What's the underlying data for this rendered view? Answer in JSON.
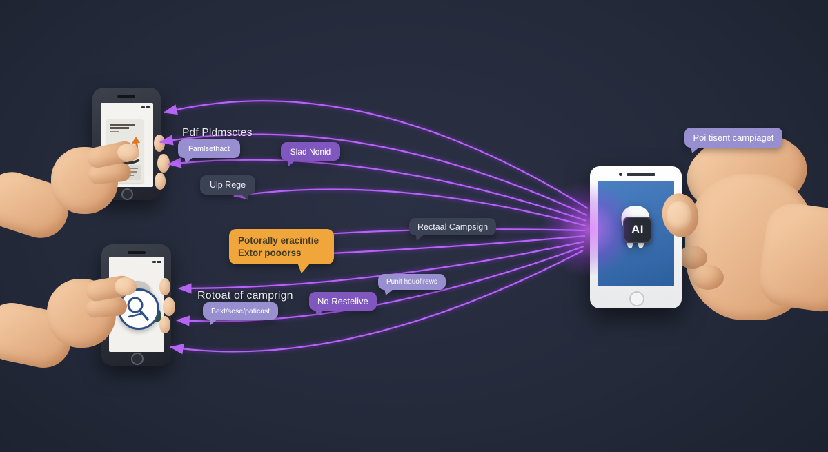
{
  "scene": {
    "background_color": "#242a3a",
    "arrow_color": "#b060f2",
    "glow_color": "#c06df2"
  },
  "labels": {
    "top_left_title": "Pdf Pldmsctes",
    "bottom_left_title": "Rotoat of camprign"
  },
  "bubbles": {
    "famlsethact": "Famlsethact",
    "slad_nonid": "Slad Nonid",
    "ulp_rege": "Ulp Rege",
    "orange_line1": "Potorally eracintie",
    "orange_line2": "Extor pooorss",
    "rectaal_campaign": "Rectaal Campsign",
    "punit": "Punit houofirews",
    "bexit": "Bext/sese/paticast",
    "no_restelive": "No Restelive",
    "poi_campaign": "Poi tisent campiaget"
  },
  "tablet": {
    "badge_label": "AI"
  }
}
